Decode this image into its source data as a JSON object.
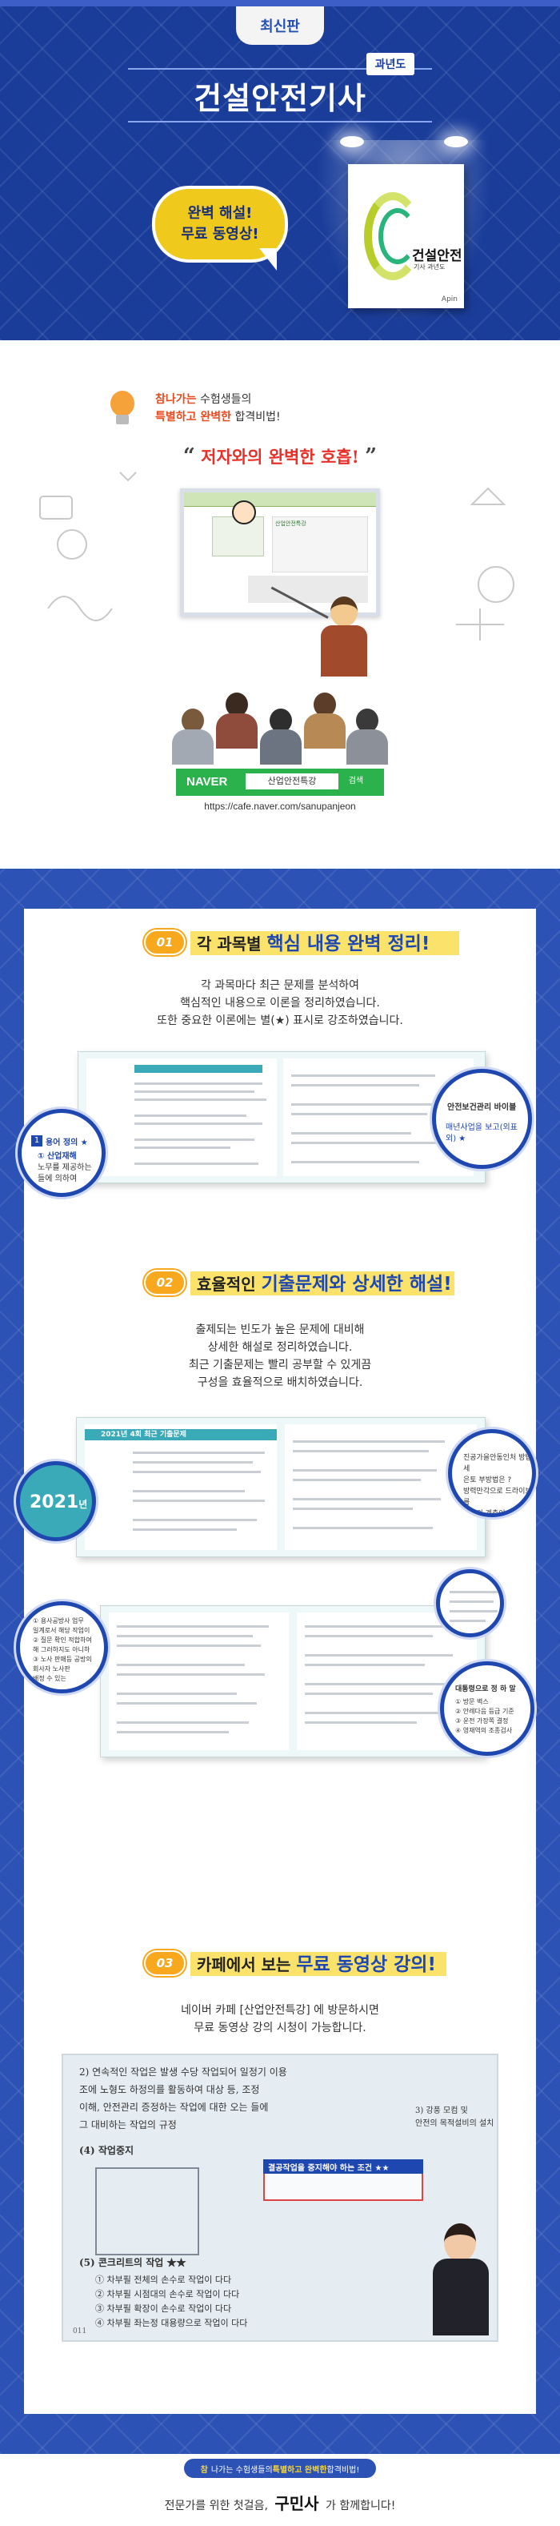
{
  "hero": {
    "badge": "최신판",
    "title": "건설안전기사",
    "tag": "과년도",
    "bubble_line1": "완벽 해설!",
    "bubble_line2": "무료 동영상!",
    "book_title": "건설안전",
    "book_subtitle": "기사 과년도",
    "book_logo": "Apin"
  },
  "intro": {
    "line1_prefix": "참나가는",
    "line1_suffix": " 수험생들의",
    "line2_hl": "특별하고 완벽한",
    "line2_suffix": " 합격비법!",
    "quote_open": "“",
    "quote": "저자와의 완벽한 호흡!",
    "quote_close": "”"
  },
  "screen": {
    "cafe_name": "산업안전특강"
  },
  "search": {
    "naver_label": "NAVER",
    "query": "산업안전특강",
    "button": "검색",
    "url": "https://cafe.naver.com/sanupanjeon"
  },
  "sections": [
    {
      "num": "01",
      "title_prefix": "각 과목별 ",
      "title_key": "핵심 내용 완벽 정리!",
      "title_suffix": "",
      "desc": [
        "각 과목마다 최근 문제를 분석하여",
        "핵심적인 내용으로 이론을 정리하였습니다.",
        "또한 중요한 이론에는 별(★) 표시로 강조하였습니다."
      ]
    },
    {
      "num": "02",
      "title_prefix": "효율적인 ",
      "title_key": "기출문제와 상세한 해설!",
      "title_suffix": "",
      "desc": [
        "출제되는 빈도가 높은 문제에 대비해",
        "상세한 해설로 정리하였습니다.",
        "최근 기출문제는 빨리 공부할 수 있게끔",
        "구성을 효율적으로 배치하였습니다."
      ]
    },
    {
      "num": "03",
      "title_prefix": "카페에서 보는 ",
      "title_key": "무료 동영상 강의!",
      "title_suffix": "",
      "desc": [
        "네이버 카페 [산업안전특강] 에 방문하시면",
        "무료 동영상 강의 시청이 가능합니다."
      ]
    }
  ],
  "mag1": {
    "num": "1",
    "label": "용어 정의 ★",
    "text": [
      "① 산업재해",
      "노무를 제공하는",
      "들에 의하여"
    ]
  },
  "mag2": {
    "label": "안전보건관리 바이블",
    "text": [
      "매년사업을 보고(외표 외) ★"
    ]
  },
  "mag3": {
    "year": "2021",
    "unit": "년",
    "band_text": "2021년 4회 최근 기출문제"
  },
  "mag4": {
    "text": [
      "진공가을안동인처 방법세",
      "은토 부방법은 ?",
      "방력만각으로 드라이브를",
      "목속의 계측이 경보기를 소시로"
    ]
  },
  "mag5": {
    "text": [
      "① 용사공방사 업무",
      "일계로서 해당 작업이",
      "② 질문 확인 적합하여",
      "해 그러하지도 아니하",
      "③ 노사 판매등 공방의",
      "회사자 노사판",
      "배정 수 있는"
    ]
  },
  "mag6": {
    "label": "대통령으로 정 하 말",
    "text": [
      "① 방문 벽스",
      "② 안례다음 등급 기준",
      "③ 운전 가장쪽 결정",
      "④ 영재역의 조종검사"
    ]
  },
  "lecture": {
    "lines": [
      "2) 연속적인 작업은 발생 수당 작업되어 일정기 이용",
      "조에 노형도 하정의를 활동하여 대상 등, 조정",
      "이해, 안전관리 증정하는 작업에 대한 오는 들에",
      "그 대비하는 작업의 규정"
    ],
    "item4": "(4) 작업중지",
    "box_title": "결공작업을 중지해야 하는 조건 ★★",
    "item5": "(5) 콘크리트의 작업 ★★",
    "sub": [
      "① 차부필 전체의 손수로 작업이 다다",
      "② 차부필 시점대의 손수로 작업이 다다",
      "③ 차부필 확장이 손수로 작업이 다다",
      "④ 차부필 좌는정 대용량으로 작업이 다다"
    ],
    "side1": "3) 강풍 모컴 및",
    "side2": "안전의 목적설비의 설치",
    "page": "011"
  },
  "footer": {
    "mark": "참",
    "pill_prefix": "나가는 수험생들의 ",
    "pill_hl": "특별하고 완벽한",
    "pill_suffix": " 합격비법!",
    "prefix": "전문가를 위한 첫걸음,",
    "brand": "구민사",
    "suffix": "가 함께합니다!"
  },
  "colors": {
    "hero_bg": "#1a3d9a",
    "section_bg": "#2d52b5",
    "accent_yellow": "#f7a81d",
    "highlight_band": "#fbe36b",
    "naver_green": "#2bb24c",
    "quote_red": "#e8302a"
  }
}
